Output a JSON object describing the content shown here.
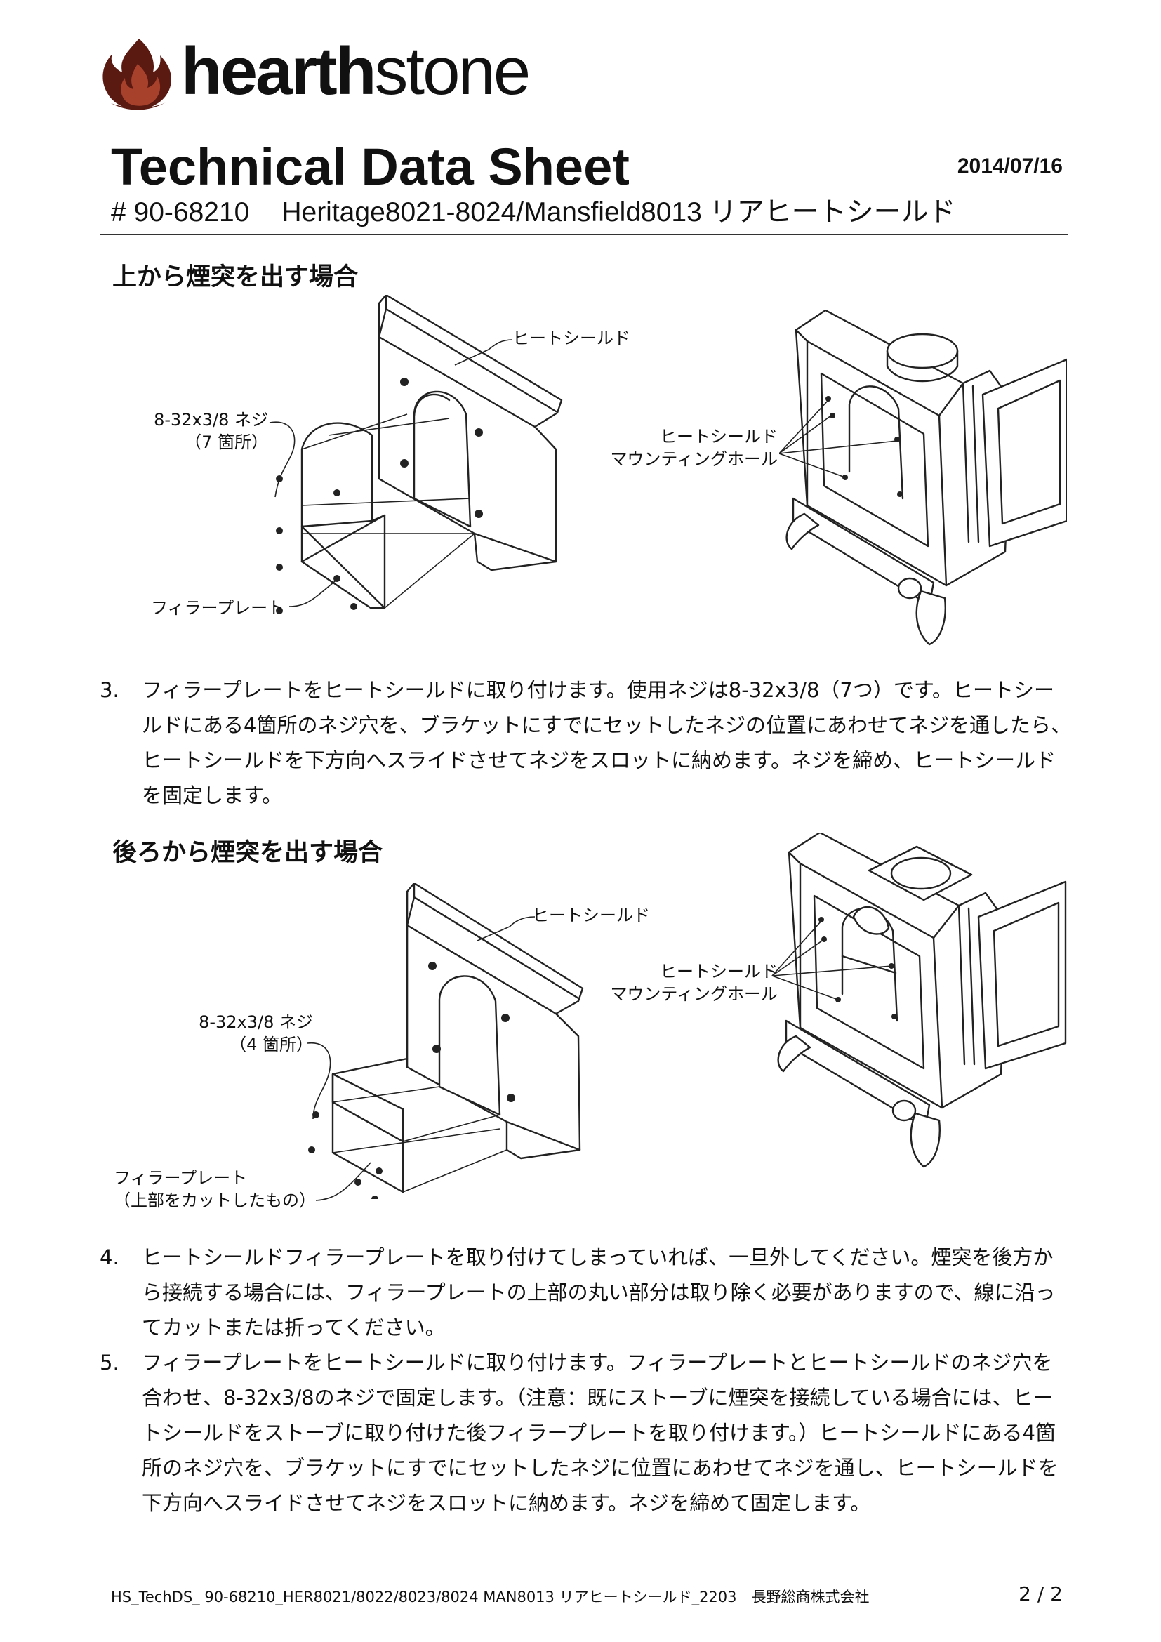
{
  "header": {
    "logo_text_bold": "hearth",
    "logo_text_light": "stone",
    "title": "Technical Data Sheet",
    "date": "2014/07/16",
    "part_number": "# 90-68210",
    "product": "Heritage8021-8024/Mansfield8013 リアヒートシールド"
  },
  "section1": {
    "heading": "上から煙突を出す場合",
    "label_heat_shield": "ヒートシールド",
    "label_screw_line1": "8-32x3/8 ネジ",
    "label_screw_line2": "（7 箇所）",
    "label_filler": "フィラープレート",
    "label_mount_line1": "ヒートシールド",
    "label_mount_line2": "マウンティングホール"
  },
  "step3": {
    "number": "3.",
    "text": "フィラープレートをヒートシールドに取り付けます。使用ネジは8-32x3/8（7つ）です。ヒートシールドにある4箇所のネジ穴を、ブラケットにすでにセットしたネジの位置にあわせてネジを通したら、ヒートシールドを下方向へスライドさせてネジをスロットに納めます。ネジを締め、ヒートシールドを固定します。"
  },
  "section2": {
    "heading": "後ろから煙突を出す場合",
    "label_heat_shield": "ヒートシールド",
    "label_screw_line1": "8-32x3/8 ネジ",
    "label_screw_line2": "（4 箇所）",
    "label_filler_line1": "フィラープレート",
    "label_filler_line2": "（上部をカットしたもの）",
    "label_mount_line1": "ヒートシールド",
    "label_mount_line2": "マウンティングホール"
  },
  "step4": {
    "number": "4.",
    "text": "ヒートシールドフィラープレートを取り付けてしまっていれば、一旦外してください。煙突を後方から接続する場合には、フィラープレートの上部の丸い部分は取り除く必要がありますので、線に沿ってカットまたは折ってください。"
  },
  "step5": {
    "number": "5.",
    "text": "フィラープレートをヒートシールドに取り付けます。フィラープレートとヒートシールドのネジ穴を合わせ、8-32x3/8のネジで固定します。（注意：既にストーブに煙突を接続している場合には、ヒートシールドをストーブに取り付けた後フィラープレートを取り付けます。）ヒートシールドにある4箇所のネジ穴を、ブラケットにすでにセットしたネジに位置にあわせてネジを通し、ヒートシールドを下方向へスライドさせてネジをスロットに納めます。ネジを締めて固定します。"
  },
  "footer": {
    "doc_id": "HS_TechDS_ 90-68210_HER8021/8022/8023/8024 MAN8013 リアヒートシールド_2203　長野総商株式会社",
    "page": "2 / 2"
  },
  "colors": {
    "flame_dark": "#5a1a12",
    "flame_light": "#a8412c",
    "text": "#111111"
  }
}
